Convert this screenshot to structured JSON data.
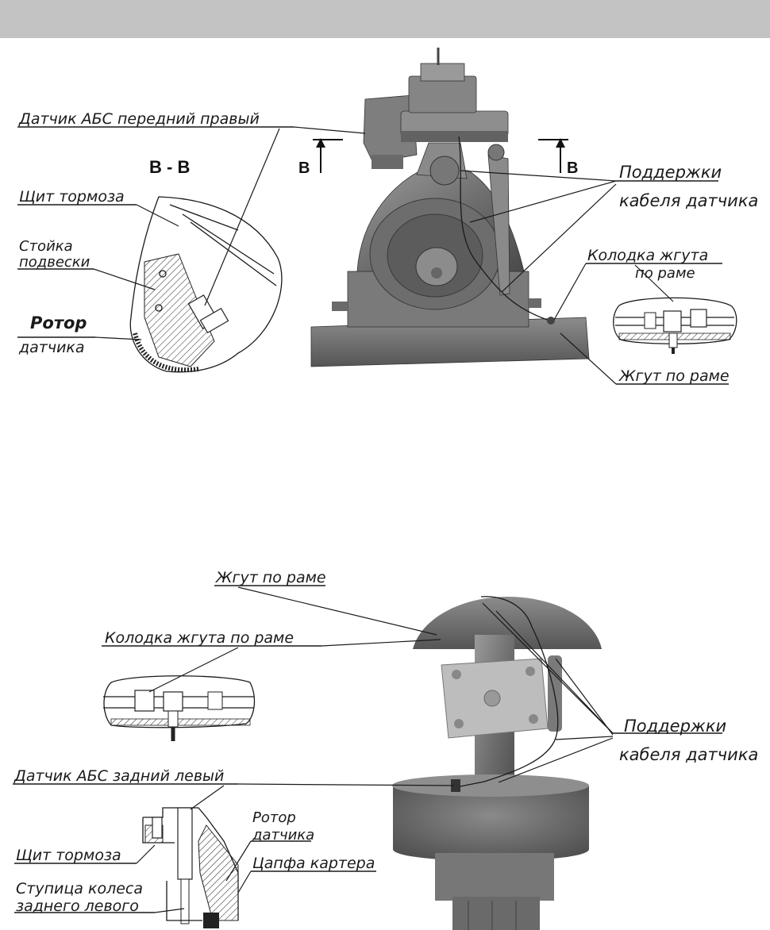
{
  "top_diagram": {
    "section_title": "В - В",
    "section_marker_left": "В",
    "section_marker_right": "В",
    "labels": {
      "abs_sensor_front_right": "Датчик АБС передний правый",
      "brake_shield": "Щит тормоза",
      "suspension_strut_line1": "Стойка",
      "suspension_strut_line2": "подвески",
      "sensor_rotor_line1": "Ротор",
      "sensor_rotor_line2": "датчика",
      "cable_supports_line1": "Поддержки",
      "cable_supports_line2": "кабеля датчика",
      "harness_block_line1": "Колодка жгута",
      "harness_block_line2": "по раме",
      "frame_harness": "Жгут по раме"
    }
  },
  "bottom_diagram": {
    "labels": {
      "frame_harness": "Жгут по раме",
      "harness_block": "Колодка жгута по раме",
      "cable_supports_line1": "Поддержки",
      "cable_supports_line2": "кабеля датчика",
      "abs_sensor_rear_left": "Датчик АБС задний левый",
      "sensor_rotor_line1": "Ротор",
      "sensor_rotor_line2": "датчика",
      "brake_shield": "Щит тормоза",
      "housing_trunnion": "Цапфа картера",
      "wheel_hub_line1": "Ступица колеса",
      "wheel_hub_line2": "заднего левого"
    }
  }
}
